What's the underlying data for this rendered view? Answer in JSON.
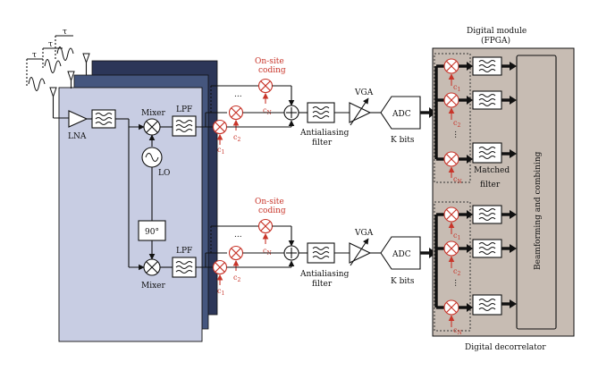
{
  "labels": {
    "lna": "LNA",
    "mixer_top": "Mixer",
    "mixer_bottom": "Mixer",
    "lpf_top": "LPF",
    "lpf_bottom": "LPF",
    "lo": "LO",
    "phase_shift": "90°",
    "tau": "τ",
    "c1": "c",
    "c1_sub": "1",
    "c2": "c",
    "c2_sub": "2",
    "cN": "c",
    "cN_sub": "N",
    "onsite_line1": "On-site",
    "onsite_line2": "coding",
    "vga": "VGA",
    "adc": "ADC",
    "kbits": "K bits",
    "anti_line1": "Antialiasing",
    "anti_line2": "filter",
    "digital_title_line1": "Digital module",
    "digital_title_line2": "(FPGA)",
    "matched_line1": "Matched",
    "matched_line2": "filter",
    "beamforming": "Beamforming and combining",
    "decorrelator": "Digital decorrelator",
    "dots": "..."
  },
  "colors": {
    "front_panel": "#c8cde3",
    "back_panel_1": "#45567e",
    "back_panel_2": "#2c3658",
    "fpga_panel": "#c7bcb3",
    "code_red": "#c8352a"
  }
}
